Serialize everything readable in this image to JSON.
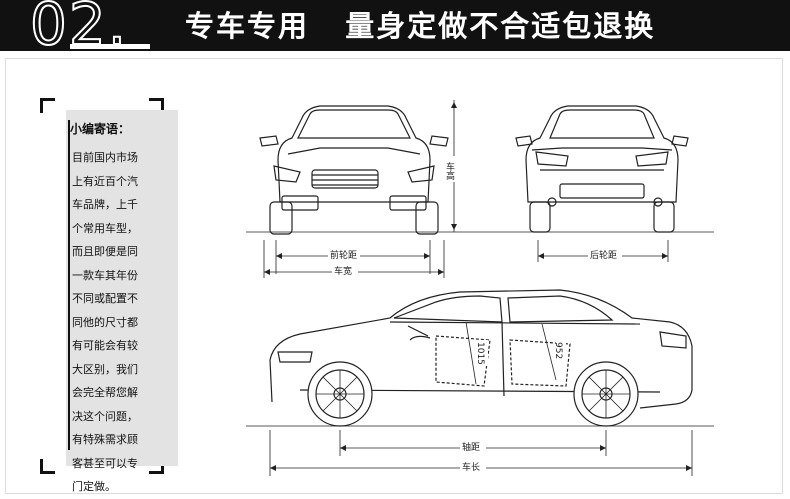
{
  "banner": {
    "number": "02.",
    "title": "专车专用   量身定做不合适包退换"
  },
  "note": {
    "title": "小编寄语：",
    "lines": [
      "目前国内市场",
      "上有近百个汽",
      "车品牌，上千",
      "个常用车型，",
      "而且即便是同",
      "一款车其年份",
      "不同或配置不",
      "同他的尺寸都",
      "有可能会有较",
      "大区别，我们",
      "会完全帮您解",
      "决这个问题，",
      "有特殊需求顾",
      "客甚至可以专",
      "门定做。"
    ]
  },
  "diagram": {
    "height_label": "车高",
    "front_track_label": "前轮距",
    "width_label": "车宽",
    "rear_track_label": "后轮距",
    "wheelbase_label": "轴距",
    "length_label": "车长",
    "front_seat_dim": "1015",
    "rear_seat_dim": "952"
  }
}
